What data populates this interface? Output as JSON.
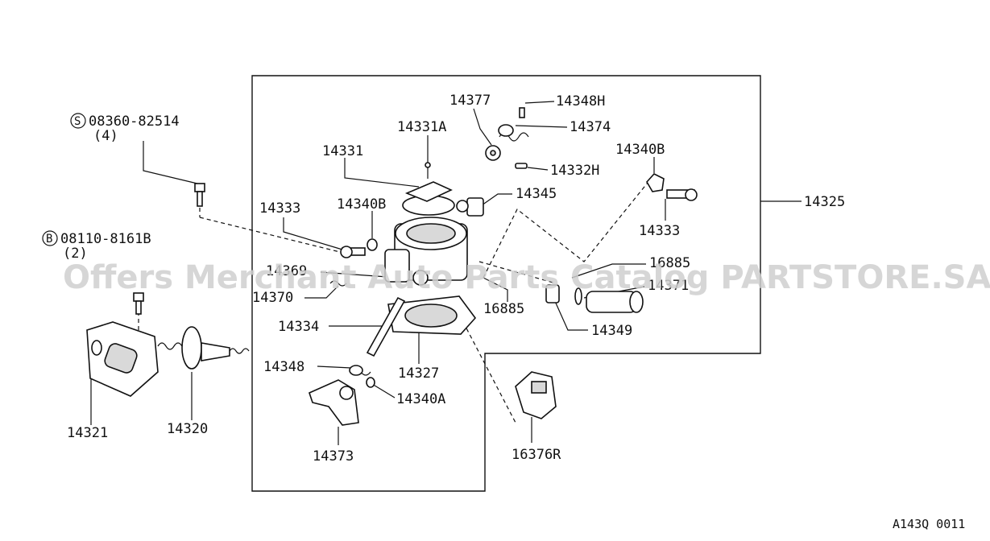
{
  "diagram": {
    "fasteners": {
      "s_bolt": {
        "symbol": "S",
        "part": "08360-82514",
        "qty": "(4)"
      },
      "b_bolt": {
        "symbol": "B",
        "part": "08110-8161B",
        "qty": "(2)"
      }
    },
    "labels": {
      "p14377": "14377",
      "p14348H": "14348H",
      "p14374": "14374",
      "p14332H": "14332H",
      "p14331A": "14331A",
      "p14331": "14331",
      "p14340B_top": "14340B",
      "p14345": "14345",
      "p14340B_left": "14340B",
      "p14333_left": "14333",
      "p14333_right": "14333",
      "p14325": "14325",
      "p16885_right": "16885",
      "p14371": "14371",
      "p14369": "14369",
      "p14370": "14370",
      "p16885_mid": "16885",
      "p14349": "14349",
      "p14334": "14334",
      "p14348": "14348",
      "p14327": "14327",
      "p14340A": "14340A",
      "p14321": "14321",
      "p14320": "14320",
      "p14373": "14373",
      "p16376R": "16376R"
    },
    "watermark": "Offers Merchant Auto Parts Catalog PARTSTORE.SA",
    "figure_code": "A143Q 0011"
  }
}
